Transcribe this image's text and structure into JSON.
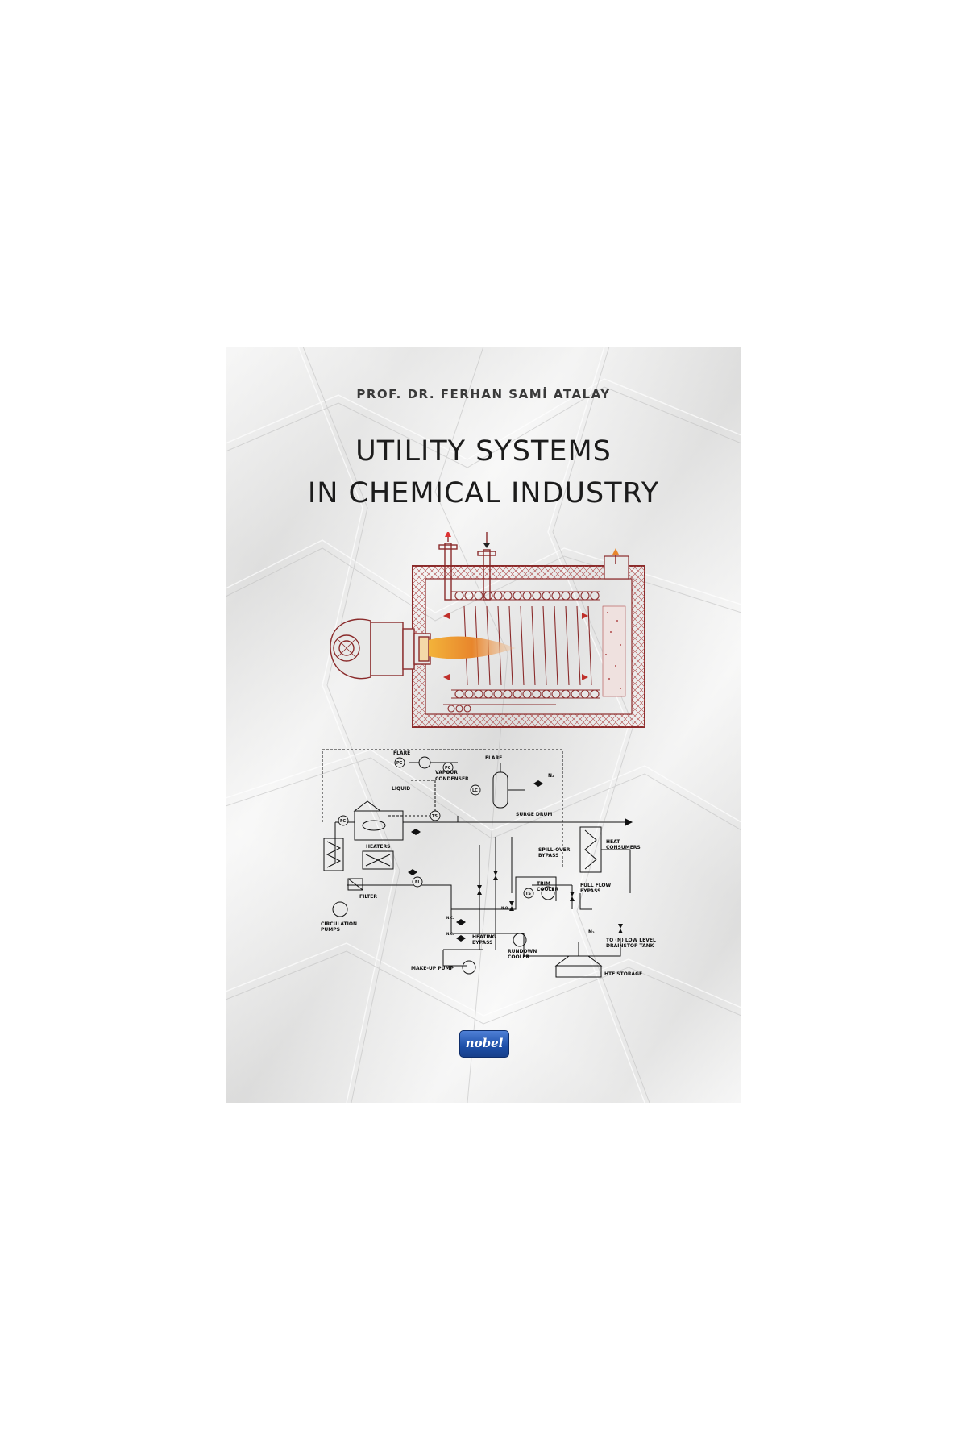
{
  "cover": {
    "author": "PROF. DR. FERHAN SAMİ ATALAY",
    "title_line1": "UTILITY SYSTEMS",
    "title_line2": "IN CHEMICAL INDUSTRY",
    "publisher_logo": "nobel",
    "paper_color": "#e9e9e8",
    "furnace_line_color": "#9b2a2a"
  },
  "diagram": {
    "labels": {
      "flare1": "FLARE",
      "flare2": "FLARE",
      "vapour": "VAPOUR",
      "condenser": "CONDENSER",
      "liquid": "LIQUID",
      "n2_top": "N₂",
      "surge": "SURGE DRUM",
      "heaters": "HEATERS",
      "spill1": "SPILL-OVER",
      "spill2": "BYPASS",
      "heat1": "HEAT",
      "heat2": "CONSUMERS",
      "trim1": "TRIM",
      "trim2": "COOLER",
      "full1": "FULL FLOW",
      "full2": "BYPASS",
      "filter": "FILTER",
      "circ1": "CIRCULATION",
      "circ2": "PUMPS",
      "heating1": "HEATING",
      "heating2": "BYPASS",
      "rundown1": "RUNDOWN",
      "rundown2": "COOLER",
      "n2_bottom": "N₂",
      "drain1": "TO (N) LOW LEVEL",
      "drain2": "DRAINSTOP TANK",
      "makeup": "MAKE-UP PUMP",
      "htf": "HTF STORAGE",
      "pc1": "PC",
      "pc2": "PC",
      "fc": "FC",
      "ts1": "TS",
      "ts2": "TS",
      "lc": "LC",
      "fi": "FI",
      "nc1": "N.C.",
      "nc2": "N.C.",
      "no": "N.O."
    }
  }
}
